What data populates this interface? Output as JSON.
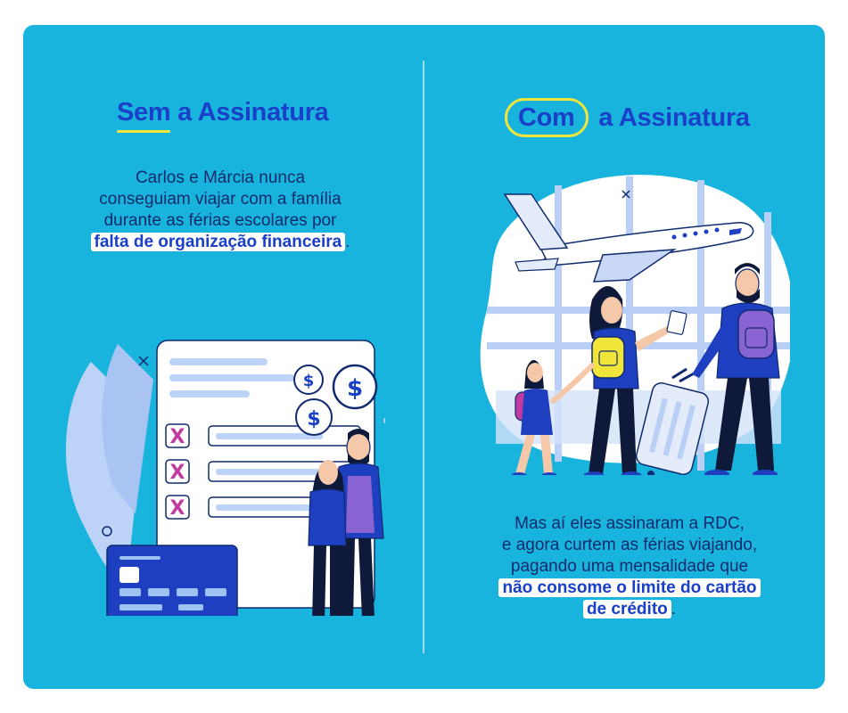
{
  "left": {
    "heading_accent": "Sem",
    "heading_rest": " a Assinatura",
    "text_line1": "Carlos e Márcia nunca",
    "text_line2": "conseguiam viajar com a família",
    "text_line3": "durante as férias escolares por",
    "text_highlight": "falta de organização financeira",
    "text_after": ".",
    "x_mark": "X",
    "dollar": "$"
  },
  "right": {
    "heading_accent": "Com",
    "heading_rest": " a Assinatura",
    "text_line1": "Mas aí eles assinaram a RDC,",
    "text_line2": "e agora curtem as férias viajando,",
    "text_line3": "pagando uma mensalidade que",
    "text_highlight1": "não consome o limite do cartão",
    "text_highlight2": "de crédito",
    "text_after": "."
  },
  "colors": {
    "background": "#19b4de",
    "heading": "#1a3fc8",
    "body_text": "#0f2a6e",
    "accent_yellow": "#f2e53a",
    "highlight_bg": "#ffffff",
    "navy": "#1e3fbf",
    "purple": "#8a63d2",
    "magenta": "#c2399f"
  },
  "icons": [
    "dollar-coin-icon",
    "x-mark-icon",
    "sparkle-icon",
    "airplane-icon",
    "credit-card-icon",
    "backpack-icon",
    "suitcase-icon"
  ]
}
